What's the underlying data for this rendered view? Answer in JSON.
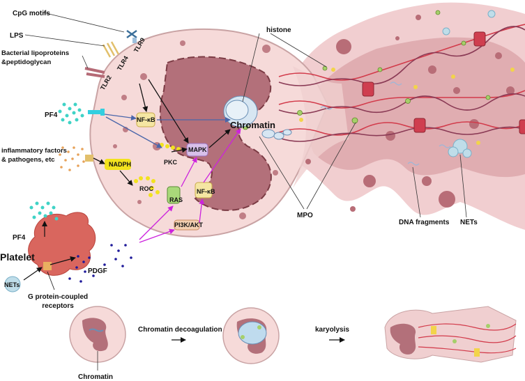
{
  "receptors": {
    "cpg": "CpG motifs",
    "lps": "LPS",
    "bacterial": "Bacterial lipoproteins\n&peptidoglycan",
    "tlr9": "TLR9",
    "tlr4": "TLR4",
    "tlr2": "TLR2"
  },
  "stimuli": {
    "pf4_top": "PF4",
    "inflammatory": "inflammatory factors\n& pathogens, etc",
    "pf4_platelet": "PF4",
    "platelet": "Platelet",
    "pdgf": "PDGF",
    "nets_small": "NETs",
    "gpcr": "G protein-coupled\nreceptors"
  },
  "signaling": {
    "nfkb_top": "NF-κB",
    "nadph": "NADPH",
    "pkc": "PKC",
    "mapk": "MAPK",
    "roc": "ROC",
    "ras": "RAS",
    "nfkb_mid": "NF-κB",
    "pi3k": "PI3K/AKT"
  },
  "nucleus": {
    "chromatin": "Chromatin"
  },
  "annotations": {
    "histone": "histone",
    "mpo": "MPO",
    "dna_fragments": "DNA fragments",
    "nets": "NETs"
  },
  "stages": {
    "chromatin": "Chromatin",
    "decoagulation": "Chromatin decoagulation",
    "karyolysis": "karyolysis"
  },
  "colors": {
    "cell_fill": "#f6dad9",
    "cell_stroke": "#c9a3a4",
    "nucleus": "#b3707a",
    "nets_cloud": "#e5b2b6",
    "granule": "#b86d77",
    "platelet": "#d9665e",
    "arrow_magenta": "#cc22dd",
    "arrow_blue": "#4a66aa",
    "nadph": "#f2e21e",
    "cyan_dots": "#3fd3c6",
    "pdgf_dots": "#1f1a9a",
    "dna_red": "#d23a4a"
  }
}
